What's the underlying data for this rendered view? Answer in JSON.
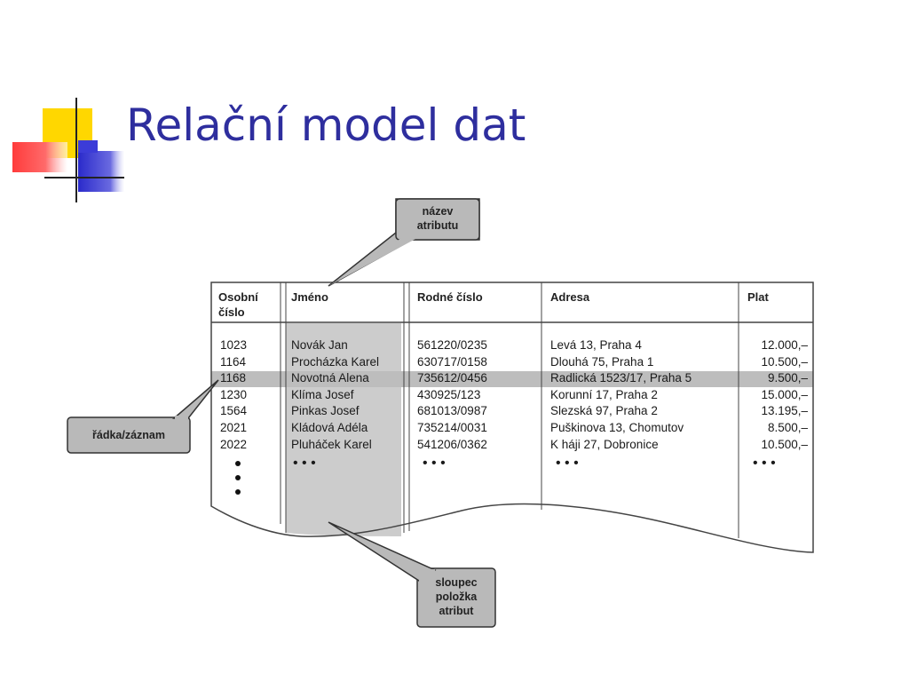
{
  "slide": {
    "title": "Relační model dat"
  },
  "callouts": {
    "attribute_name": [
      "název",
      "atributu"
    ],
    "row_record": "řádka/záznam",
    "column_item": [
      "sloupec",
      "položka",
      "atribut"
    ]
  },
  "table": {
    "columns": [
      "Osobní číslo",
      "Jméno",
      "Rodné číslo",
      "Adresa",
      "Plat"
    ],
    "column_lines": {
      "col0": [
        "Osobní",
        "číslo"
      ]
    },
    "rows": [
      [
        "1023",
        "Novák Jan",
        "561220/0235",
        "Levá 13, Praha 4",
        "12.000,–"
      ],
      [
        "1164",
        "Procházka Karel",
        "630717/0158",
        "Dlouhá 75, Praha 1",
        "10.500,–"
      ],
      [
        "1168",
        "Novotná Alena",
        "735612/0456",
        "Radlická 1523/17, Praha 5",
        "9.500,–"
      ],
      [
        "1230",
        "Klíma Josef",
        "430925/123",
        "Korunní 17, Praha 2",
        "15.000,–"
      ],
      [
        "1564",
        "Pinkas Josef",
        "681013/0987",
        "Slezská 97, Praha 2",
        "13.195,–"
      ],
      [
        "2021",
        "Kládová Adéla",
        "735214/0031",
        "Puškinova 13, Chomutov",
        "8.500,–"
      ],
      [
        "2022",
        "Pluháček Karel",
        "541206/0362",
        "K háji 27, Dobronice",
        "10.500,–"
      ]
    ],
    "ellipsis": "• • •",
    "highlighted_row_index": 2,
    "highlighted_column_index": 1
  }
}
